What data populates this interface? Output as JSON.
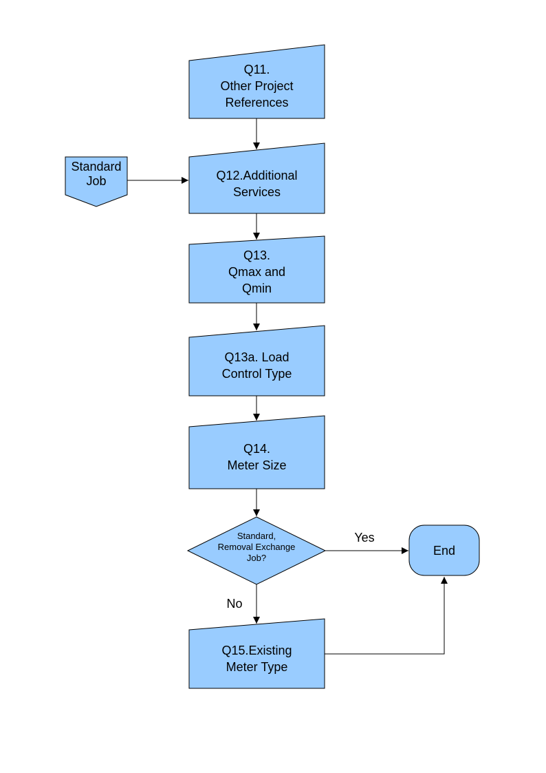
{
  "colors": {
    "node_fill": "#99CCFF",
    "node_border": "#000000",
    "connector": "#000000",
    "background": "#FFFFFF",
    "text": "#000000"
  },
  "nodes": {
    "q11": {
      "lines": [
        "Q11.",
        "Other Project",
        "References"
      ]
    },
    "standard_job": {
      "lines": [
        "Standard",
        "Job"
      ]
    },
    "q12": {
      "lines": [
        "Q12.Additional",
        "Services"
      ]
    },
    "q13": {
      "lines": [
        "Q13.",
        "Qmax and",
        "Qmin"
      ]
    },
    "q13a": {
      "lines": [
        "Q13a. Load",
        "Control Type"
      ]
    },
    "q14": {
      "lines": [
        "Q14.",
        "Meter Size"
      ]
    },
    "decision": {
      "lines": [
        "Standard,",
        "Removal Exchange",
        "Job?"
      ]
    },
    "end": {
      "label": "End"
    },
    "q15": {
      "lines": [
        "Q15.Existing",
        "Meter Type"
      ]
    }
  },
  "edge_labels": {
    "yes": "Yes",
    "no": "No"
  }
}
